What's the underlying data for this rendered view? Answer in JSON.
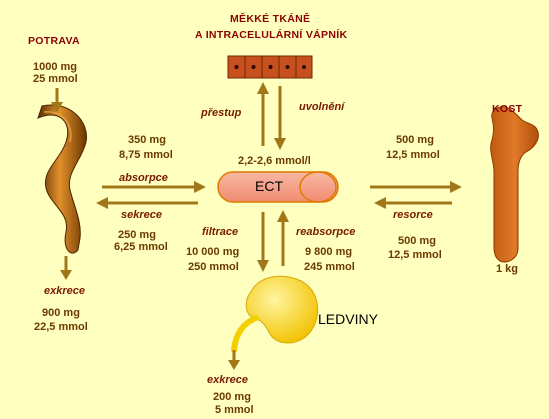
{
  "colors": {
    "background": "#FFFFC0",
    "arrow": "#A0781A",
    "heading": "#8B0000",
    "text": "#6B3A00",
    "ect_fill": "#F5A08C",
    "ect_stroke": "#E07A00",
    "bone": "#D2691E",
    "kidney": "#FFD700",
    "tissue": "#C8501E"
  },
  "icons": [
    "intestine-icon",
    "tissue-cells-icon",
    "bone-icon",
    "kidney-icon"
  ],
  "labels": {
    "potrava": "POTRAVA",
    "potrava_mg": "1000 mg",
    "potrava_mmol": "25 mmol",
    "soft_tissue_1": "MĚKKÉ TKÁNĚ",
    "soft_tissue_2": "A INTRACELULÁRNÍ VÁPNÍK",
    "prestup": "přestup",
    "uvolneni": "uvolnění",
    "kost": "KOST",
    "absorption_mg": "350 mg",
    "absorption_mmol": "8,75 mmol",
    "ect_conc": "2,2-2,6 mmol/l",
    "bone_top_mg": "500 mg",
    "bone_top_mmol": "12,5 mmol",
    "absorpce": "absorpce",
    "ect": "ECT",
    "sekrece": "sekrece",
    "resorce": "resorce",
    "secretion_mg": "250 mg",
    "secretion_mmol": "6,25 mmol",
    "filtrace": "filtrace",
    "reabsorpce": "reabsorpce",
    "filtration_mg": "10 000 mg",
    "filtration_mmol": "250  mmol",
    "reabsorption_mg": "9 800 mg",
    "reabsorption_mmol": "245  mmol",
    "bone_bottom_mg": "500 mg",
    "bone_bottom_mmol": "12,5 mmol",
    "bone_mass": "1 kg",
    "exkrece_gut": "exkrece",
    "gut_excretion_mg": "900 mg",
    "gut_excretion_mmol": "22,5  mmol",
    "ledviny": "LEDVINY",
    "exkrece_kidney": "exkrece",
    "kidney_excretion_mg": "200 mg",
    "kidney_excretion_mmol": "5  mmol"
  }
}
